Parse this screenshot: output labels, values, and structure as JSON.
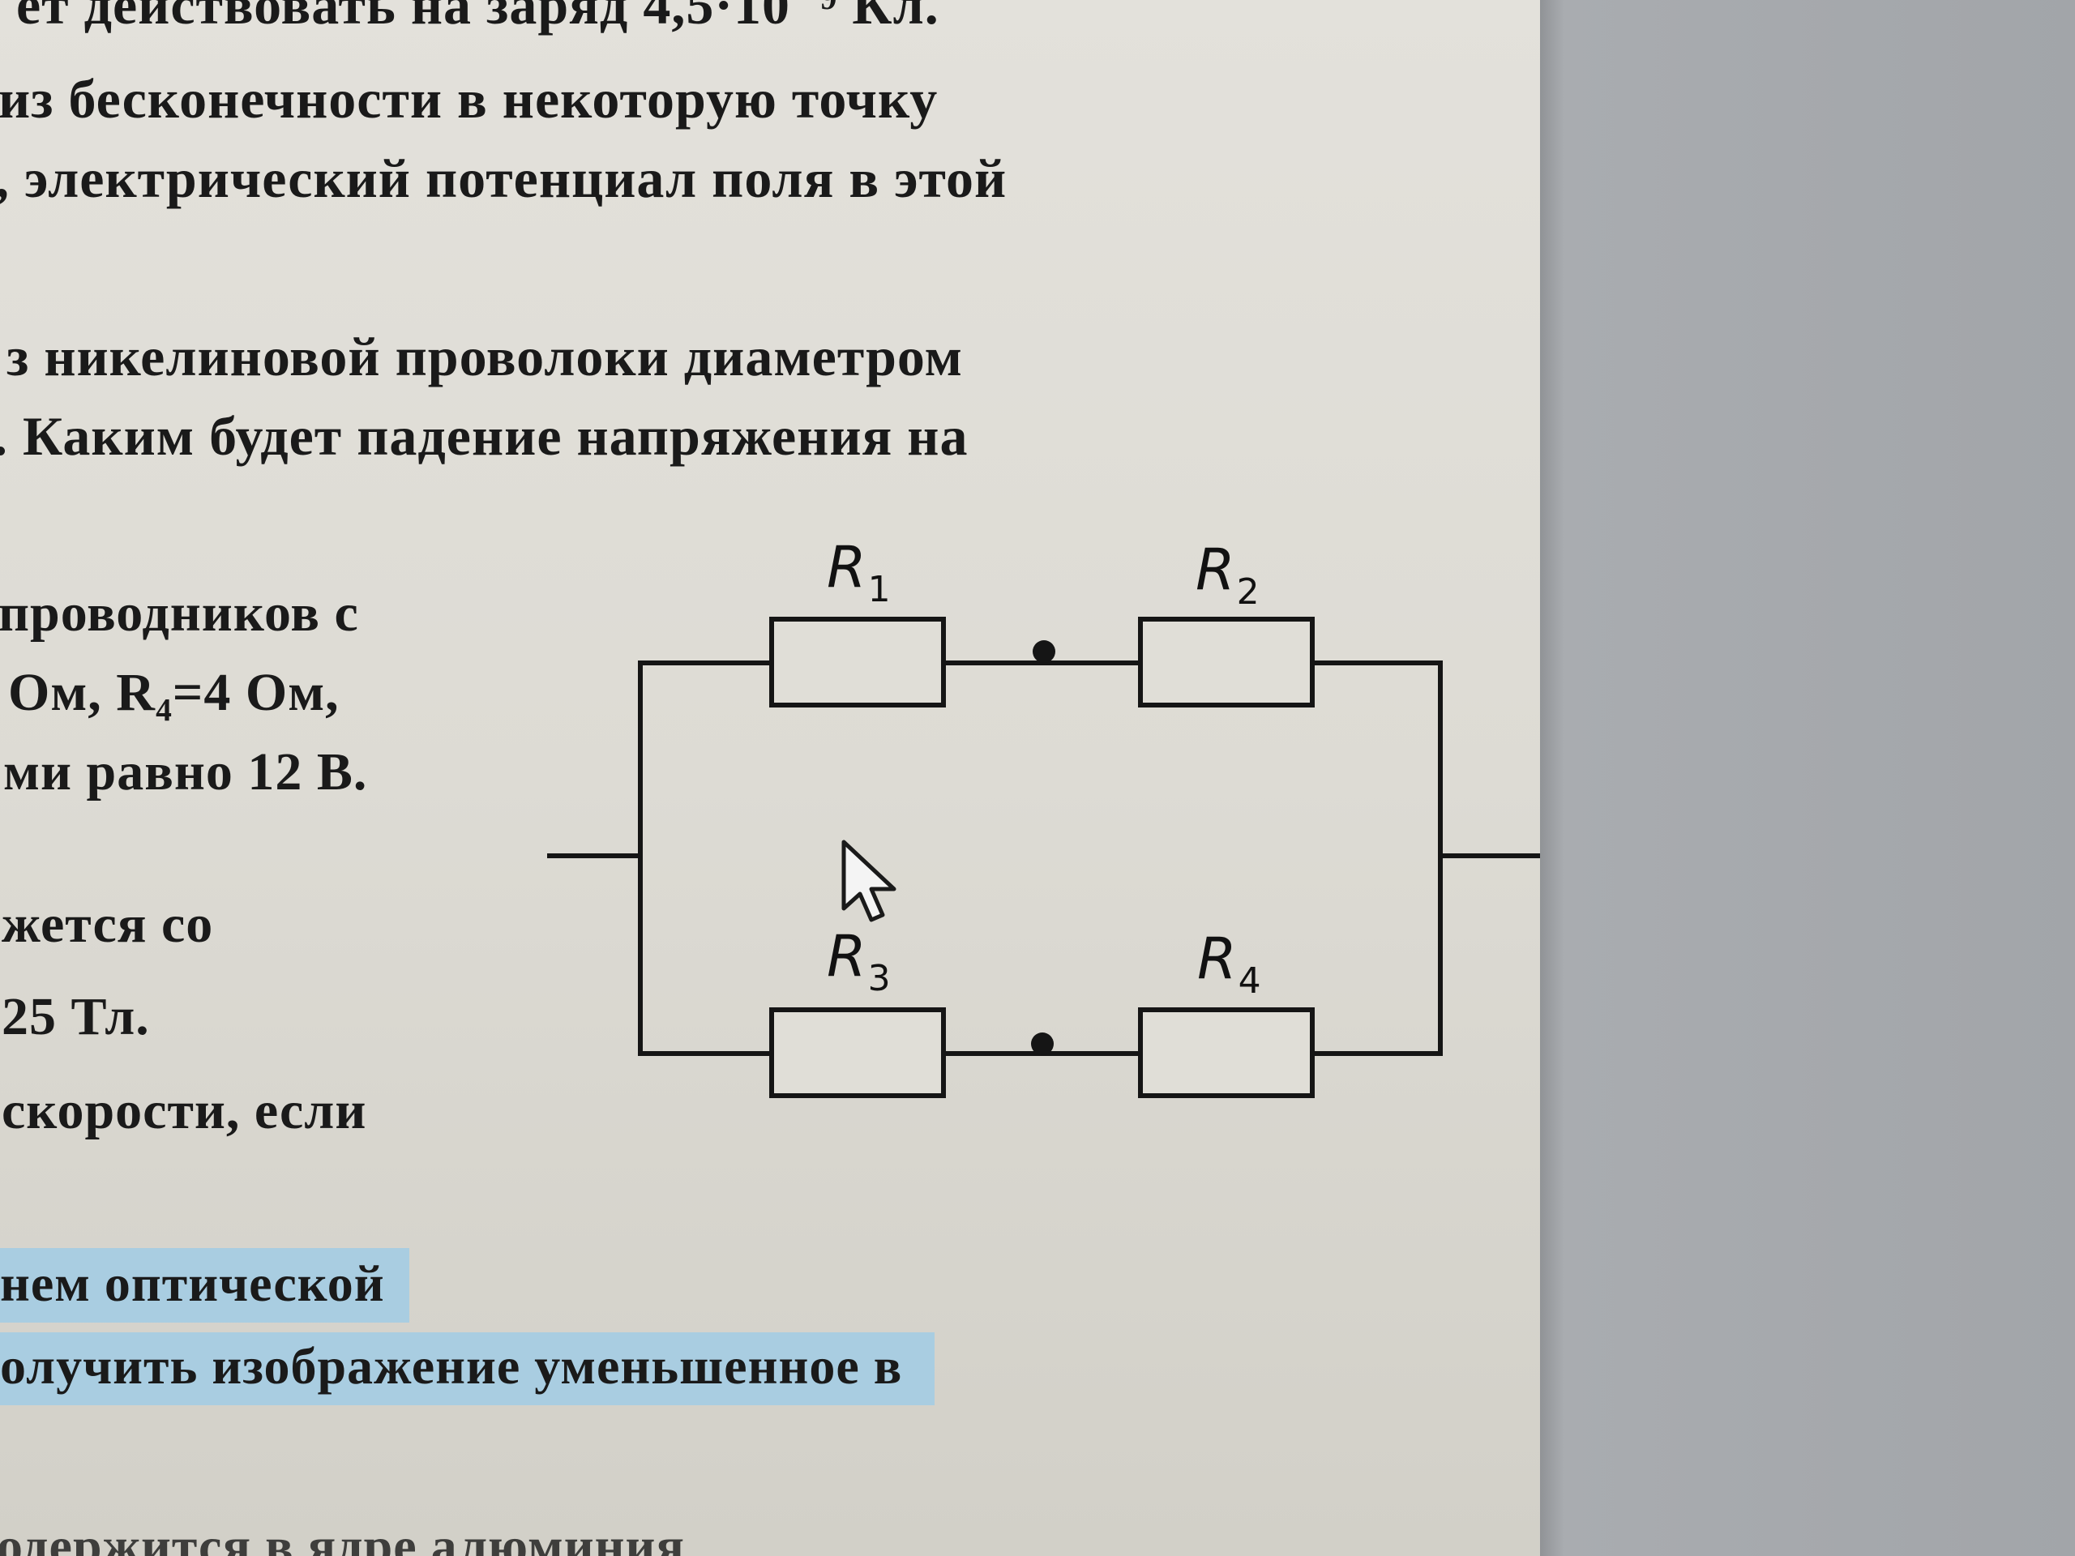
{
  "text_lines": [
    "ет действовать на заряд 4,5·10⁻⁹ Кл.",
    "из  бесконечности  в  некоторую  точку",
    ", электрический потенциал поля в этой",
    "з никелиновой проволоки диаметром",
    ". Каким будет падение напряжения на",
    "проводников      с",
    "Ом,    R₄=4    Ом,",
    "ми  равно  12  В.",
    "жется со",
    "25 Тл.",
    "скорости, если",
    "нем  оптической",
    "олучить изображение уменьшенное в",
    "одержится в ядре алюминия"
  ],
  "circuit": {
    "resistors": [
      {
        "label": "R",
        "sub": "1"
      },
      {
        "label": "R",
        "sub": "2"
      },
      {
        "label": "R",
        "sub": "3"
      },
      {
        "label": "R",
        "sub": "4"
      }
    ]
  },
  "colors": {
    "page": "#dddbd4",
    "ink": "#1a1a1a",
    "highlight": "#a9cde1",
    "desk": "#b3b6ba"
  },
  "icons": {
    "pointer": "mouse-pointer-icon"
  }
}
